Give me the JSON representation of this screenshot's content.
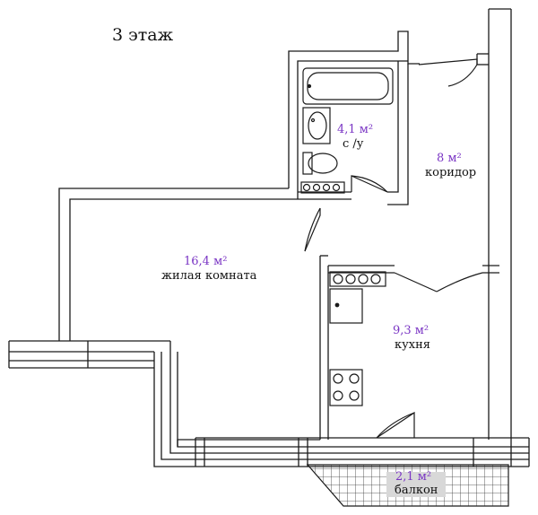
{
  "floor_label": "3 этаж",
  "colors": {
    "area_text": "#7a35c4",
    "wall": "#1a1a1a",
    "label_text": "#111111",
    "balcony_tag": "#d8d8d8"
  },
  "rooms": {
    "bathroom": {
      "area": "4,1 м²",
      "name": "с /у"
    },
    "corridor": {
      "area": "8 м²",
      "name": "коридор"
    },
    "living": {
      "area": "16,4 м²",
      "name": "жилая комната"
    },
    "kitchen": {
      "area": "9,3 м²",
      "name": "кухня"
    },
    "balcony": {
      "area": "2,1 м²",
      "name": "балкон"
    }
  },
  "fixtures": [
    "bathtub-icon",
    "sink-icon",
    "toilet-icon",
    "stove-icon",
    "kitchen-sink-icon",
    "kitchen-stove-icon"
  ]
}
